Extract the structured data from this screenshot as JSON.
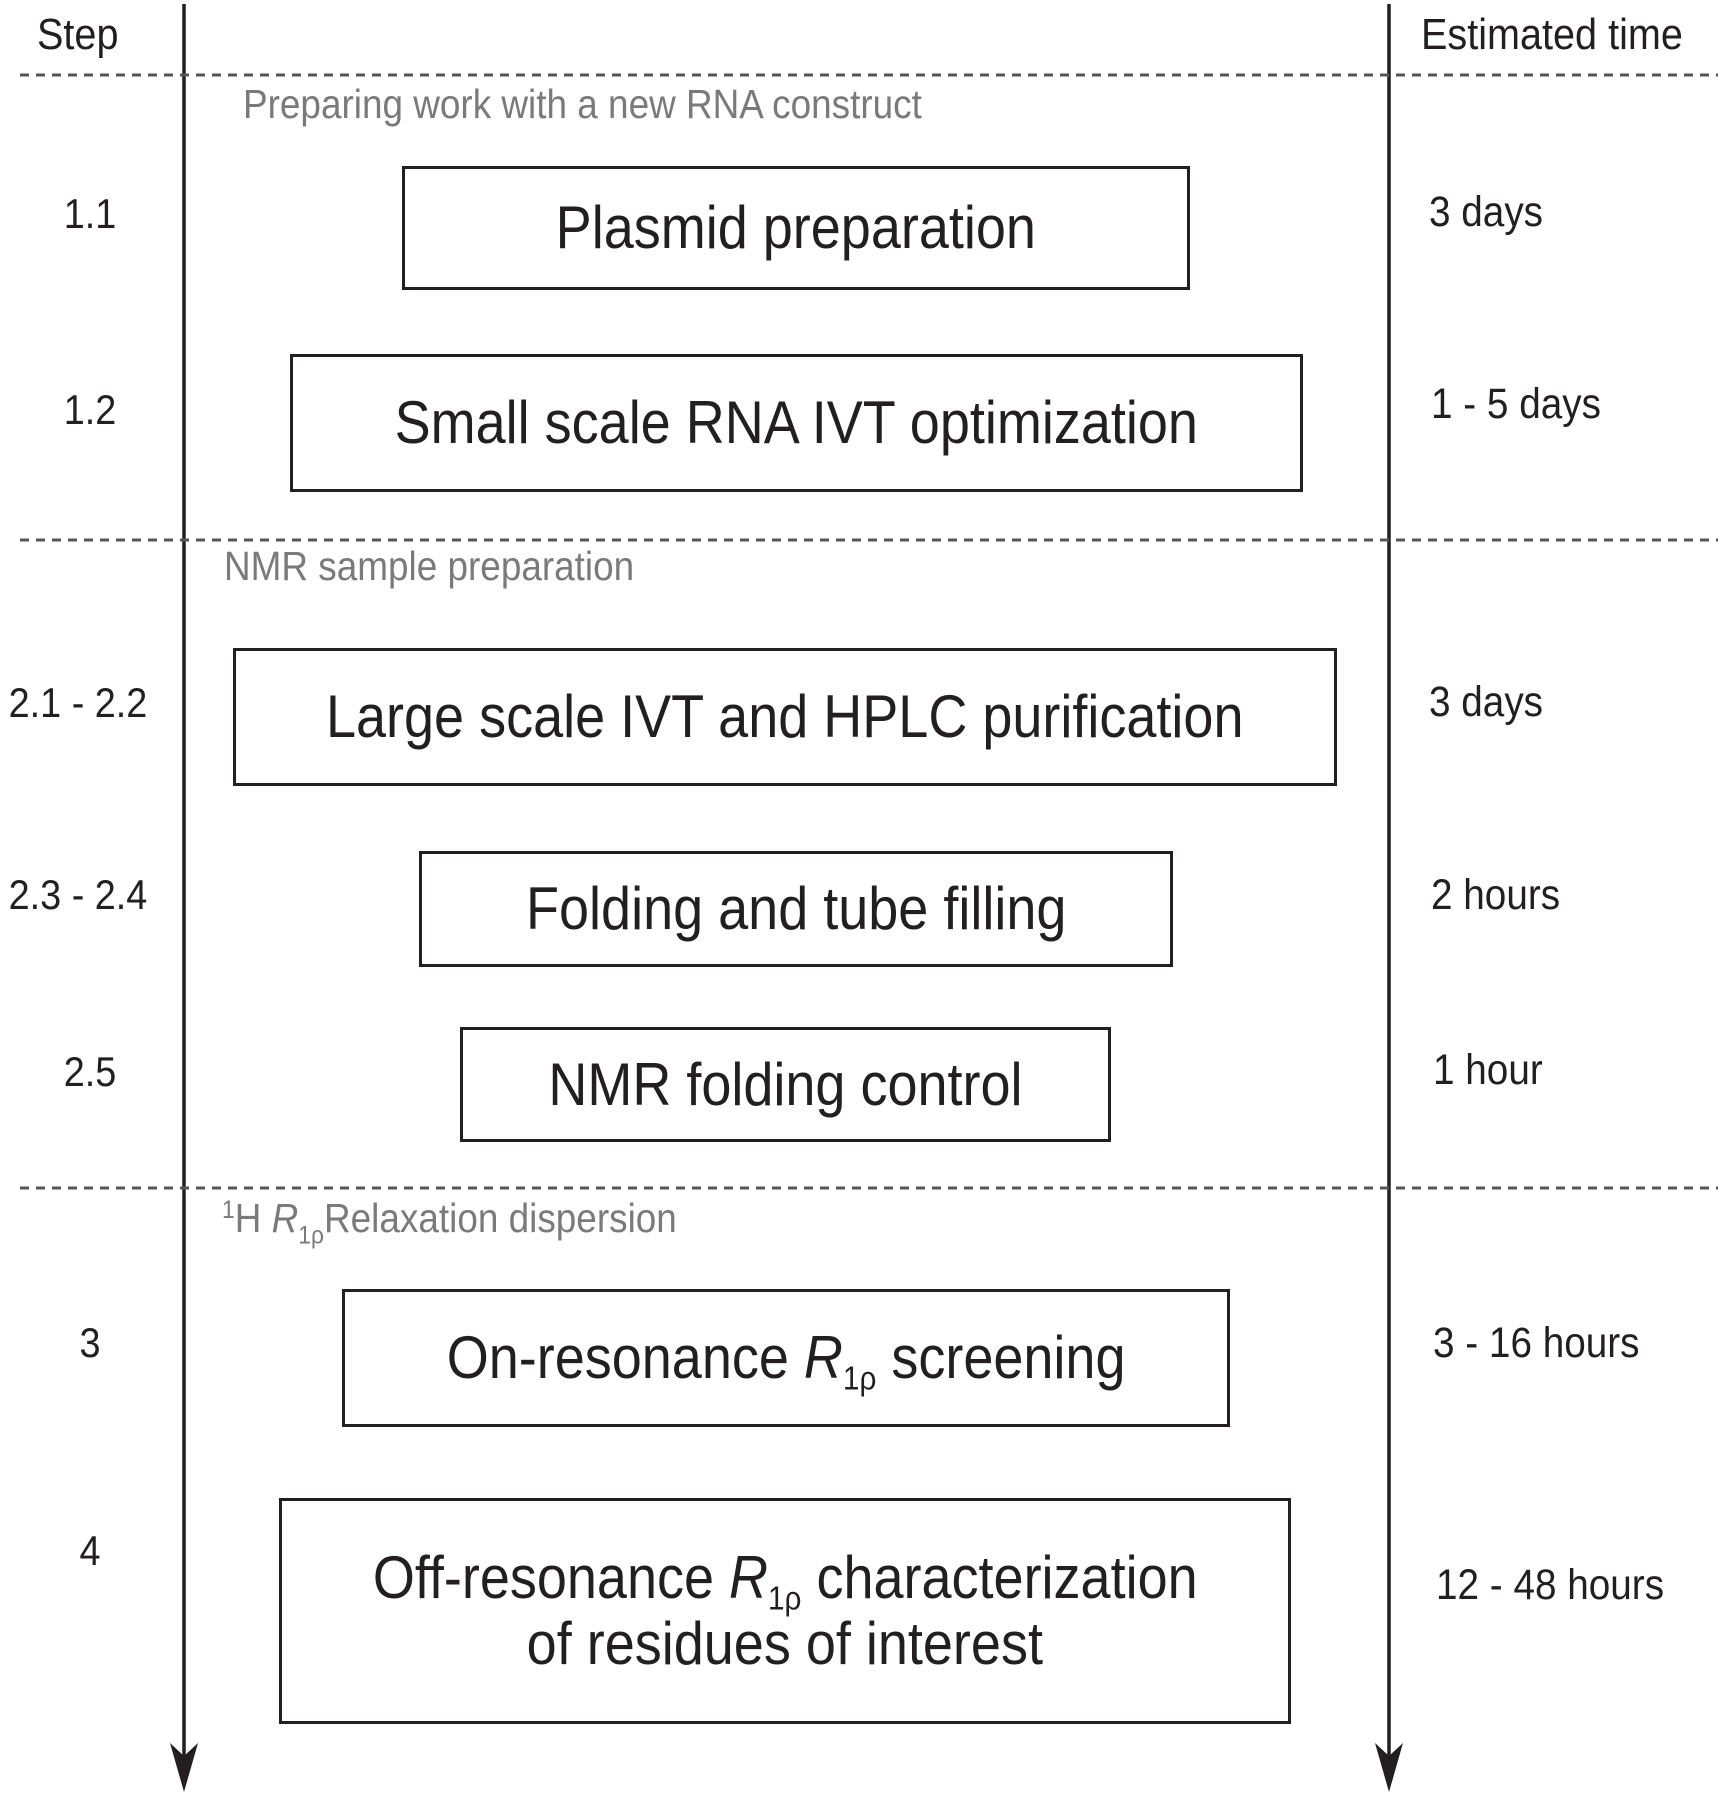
{
  "headers": {
    "step": "Step",
    "time": "Estimated time"
  },
  "sections": [
    {
      "text": "Preparing work with a new RNA construct"
    },
    {
      "text": "NMR sample preparation"
    },
    {
      "sup": "1",
      "pre": "H ",
      "var": "R",
      "sub": "1ρ",
      "post": "Relaxation dispersion"
    }
  ],
  "steps": [
    {
      "step": "1.1",
      "label": "Plasmid preparation",
      "time": "3 days"
    },
    {
      "step": "1.2",
      "label": "Small scale RNA IVT optimization",
      "time": "1 - 5 days"
    },
    {
      "step": "2.1 - 2.2",
      "label": "Large scale IVT and HPLC purification",
      "time": "3 days"
    },
    {
      "step": "2.3 - 2.4",
      "label": "Folding and tube filling",
      "time": "2 hours"
    },
    {
      "step": "2.5",
      "label": "NMR folding control",
      "time": "1 hour"
    },
    {
      "step": "3",
      "label_pre": "On-resonance ",
      "label_var": "R",
      "label_sub": "1ρ",
      "label_post": " screening",
      "time": "3 - 16 hours"
    },
    {
      "step": "4",
      "label_pre": "Off-resonance ",
      "label_var": "R",
      "label_sub": "1ρ",
      "label_post": " characterization",
      "label_line2": "of residues of interest",
      "time": "12 - 48 hours"
    }
  ]
}
